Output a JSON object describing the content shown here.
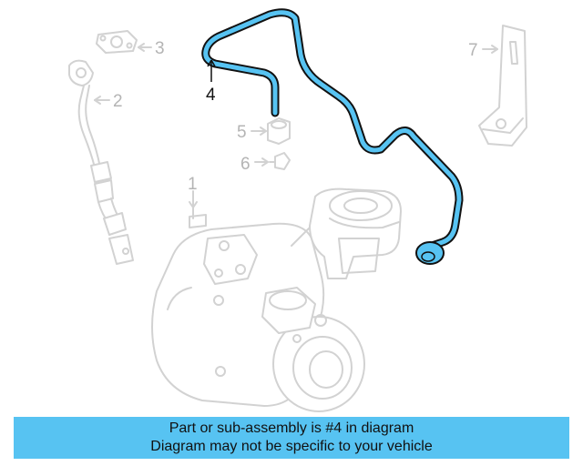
{
  "diagram": {
    "callouts": [
      "1",
      "2",
      "3",
      "4",
      "5",
      "6",
      "7"
    ],
    "highlighted_part": "4",
    "colors": {
      "highlight": "#57c3f2",
      "highlight_outline": "#111111",
      "ghost_line": "#d2d2d2",
      "callout_text": "#b4b4b4",
      "caption_background": "#57c3f2"
    }
  },
  "caption": {
    "line1": "Part or sub-assembly is #4 in diagram",
    "line2": "Diagram may not be specific to your vehicle"
  }
}
